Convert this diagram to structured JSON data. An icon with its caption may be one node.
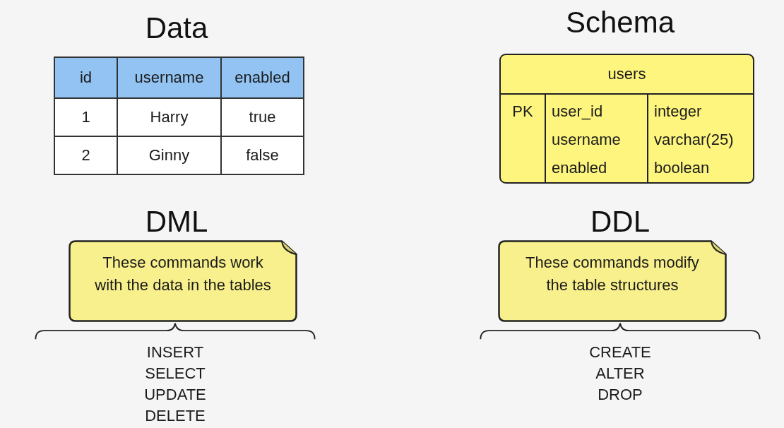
{
  "diagram": {
    "nodes": [
      {
        "text": [
          "users",
          "PK",
          "user_id",
          "integer",
          "username",
          "varchar(25)",
          "enabled",
          "boolean"
        ]
      },
      {
        "text": [
          "These commands work with the data in the tables"
        ]
      },
      {
        "text": [
          "These commands modify the table structures"
        ]
      }
    ],
    "labels": [
      "Data",
      "Schema",
      "id",
      "username",
      "enabled",
      "1",
      "Harry",
      "true",
      "2",
      "Ginny",
      "false",
      "DML",
      "DDL",
      "INSERT",
      "SELECT",
      "UPDATE",
      "DELETE",
      "CREATE",
      "ALTER",
      "DROP"
    ]
  }
}
